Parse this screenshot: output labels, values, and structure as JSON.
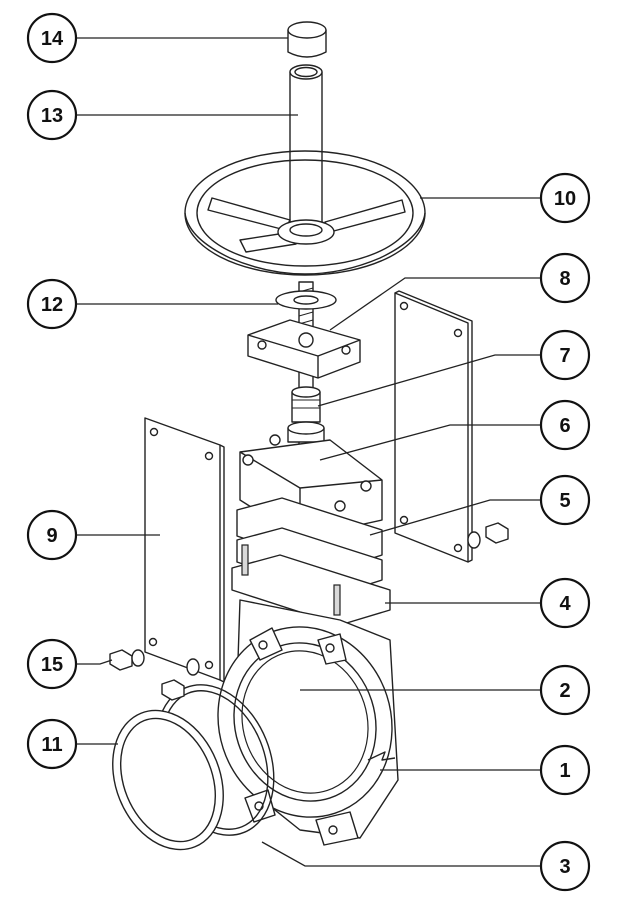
{
  "callouts": [
    {
      "id": "c14",
      "label": "14"
    },
    {
      "id": "c13",
      "label": "13"
    },
    {
      "id": "c10",
      "label": "10"
    },
    {
      "id": "c8",
      "label": "8"
    },
    {
      "id": "c12",
      "label": "12"
    },
    {
      "id": "c7",
      "label": "7"
    },
    {
      "id": "c6",
      "label": "6"
    },
    {
      "id": "c5",
      "label": "5"
    },
    {
      "id": "c9",
      "label": "9"
    },
    {
      "id": "c4",
      "label": "4"
    },
    {
      "id": "c15",
      "label": "15"
    },
    {
      "id": "c2",
      "label": "2"
    },
    {
      "id": "c11",
      "label": "11"
    },
    {
      "id": "c1",
      "label": "1"
    },
    {
      "id": "c3",
      "label": "3"
    }
  ]
}
